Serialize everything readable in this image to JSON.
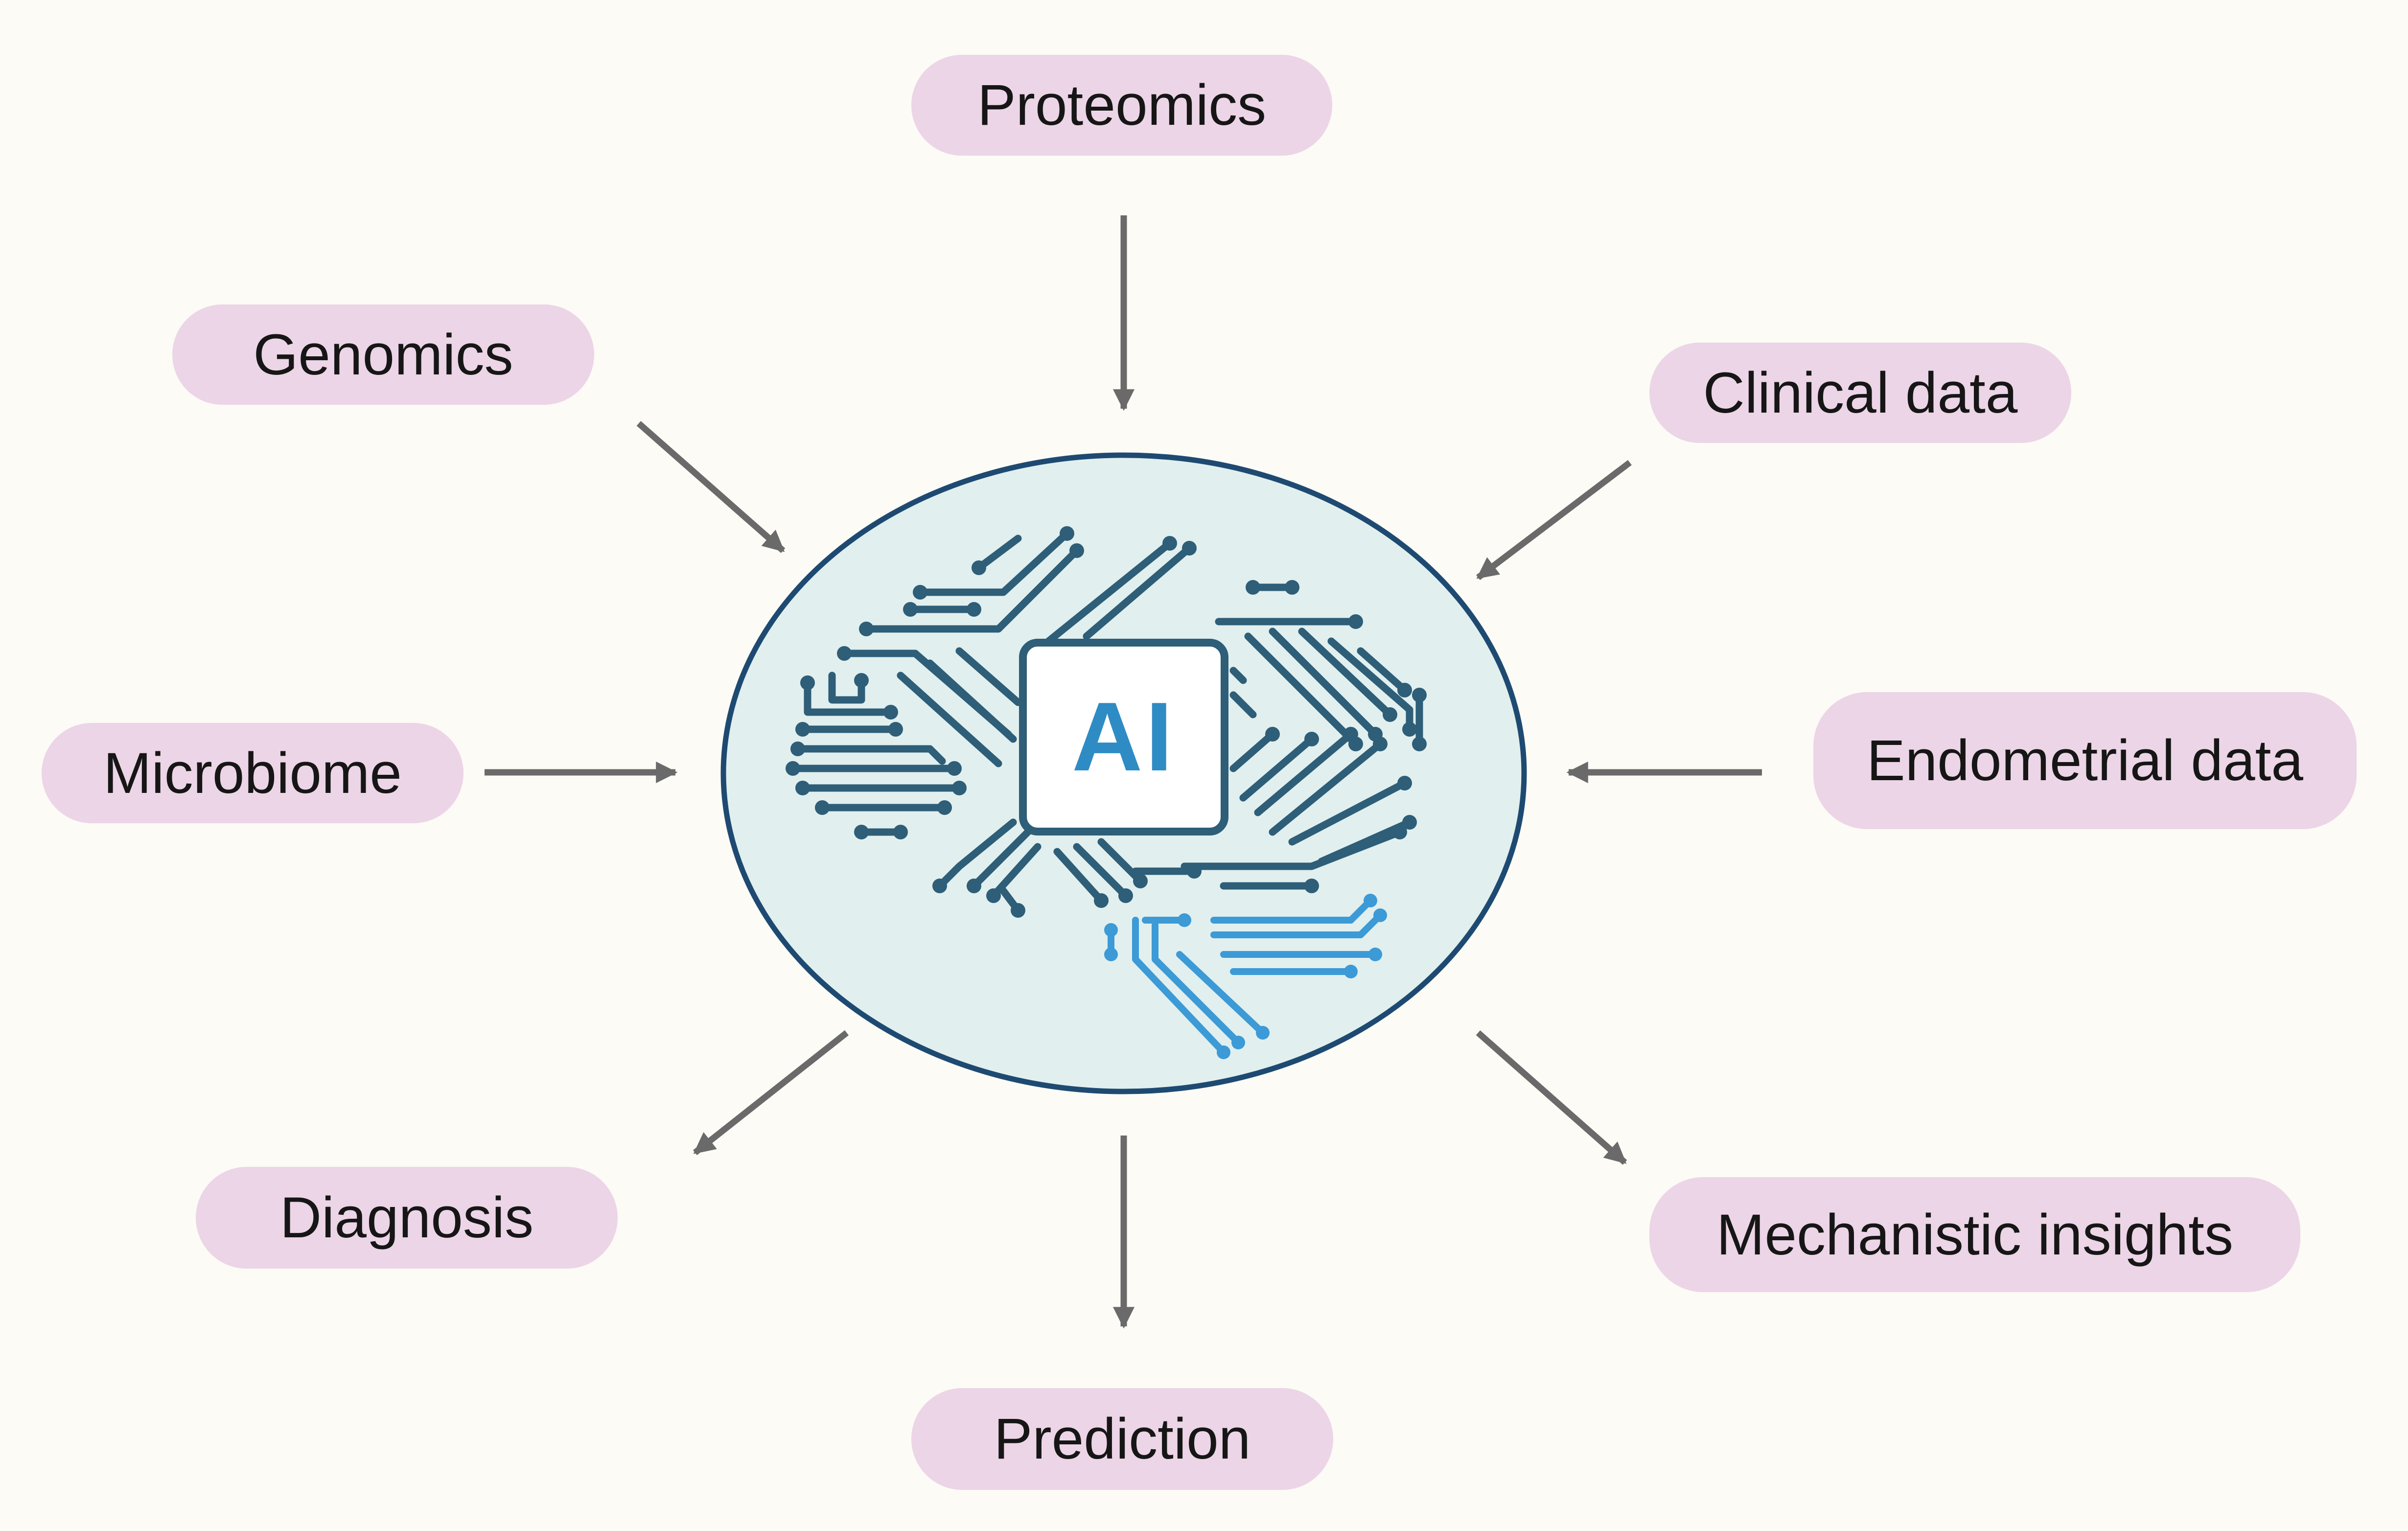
{
  "center": {
    "label": "AI",
    "icon": "ai-brain-circuit-icon"
  },
  "inputs": [
    {
      "key": "proteomics",
      "label": "Proteomics"
    },
    {
      "key": "genomics",
      "label": "Genomics"
    },
    {
      "key": "clinical",
      "label": "Clinical data"
    },
    {
      "key": "microbiome",
      "label": "Microbiome"
    },
    {
      "key": "endometrial",
      "label": "Endometrial data"
    }
  ],
  "outputs": [
    {
      "key": "diagnosis",
      "label": "Diagnosis"
    },
    {
      "key": "prediction",
      "label": "Prediction"
    },
    {
      "key": "mechanistic",
      "label": "Mechanistic insights"
    }
  ],
  "colors": {
    "background": "#fcfbf6",
    "pill": "#ecd5e6",
    "ellipse_fill": "#e1efee",
    "ellipse_stroke": "#1e4a72",
    "circuit_dark": "#2e5e78",
    "circuit_light": "#3c9ad6",
    "ai_text": "#2f8bc4",
    "arrow": "#6a6a6a"
  }
}
